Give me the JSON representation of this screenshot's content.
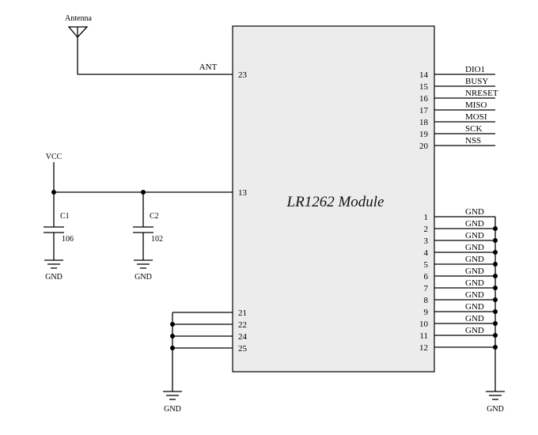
{
  "module": {
    "title": "LR1262 Module",
    "left_pins": {
      "ant": "23",
      "vcc": "13",
      "gnd": [
        "21",
        "22",
        "24",
        "25"
      ]
    },
    "right_signal_pins": [
      {
        "num": "14",
        "net": "DIO1"
      },
      {
        "num": "15",
        "net": "BUSY"
      },
      {
        "num": "16",
        "net": "NRESET"
      },
      {
        "num": "17",
        "net": "MISO"
      },
      {
        "num": "18",
        "net": "MOSI"
      },
      {
        "num": "19",
        "net": "SCK"
      },
      {
        "num": "20",
        "net": "NSS"
      }
    ],
    "right_gnd_pins": [
      "1",
      "2",
      "3",
      "4",
      "5",
      "6",
      "7",
      "8",
      "9",
      "10",
      "11",
      "12"
    ],
    "right_gnd_labels": [
      "GND",
      "GND",
      "GND",
      "GND",
      "GND",
      "GND",
      "GND",
      "GND",
      "GND",
      "GND",
      "GND"
    ]
  },
  "antenna": {
    "label": "Antenna",
    "net": "ANT"
  },
  "power": {
    "label": "VCC"
  },
  "capacitors": [
    {
      "ref": "C1",
      "value": "106"
    },
    {
      "ref": "C2",
      "value": "102"
    }
  ],
  "grounds": {
    "c1": "GND",
    "c2": "GND",
    "left_bottom": "GND",
    "right_bottom": "GND"
  }
}
